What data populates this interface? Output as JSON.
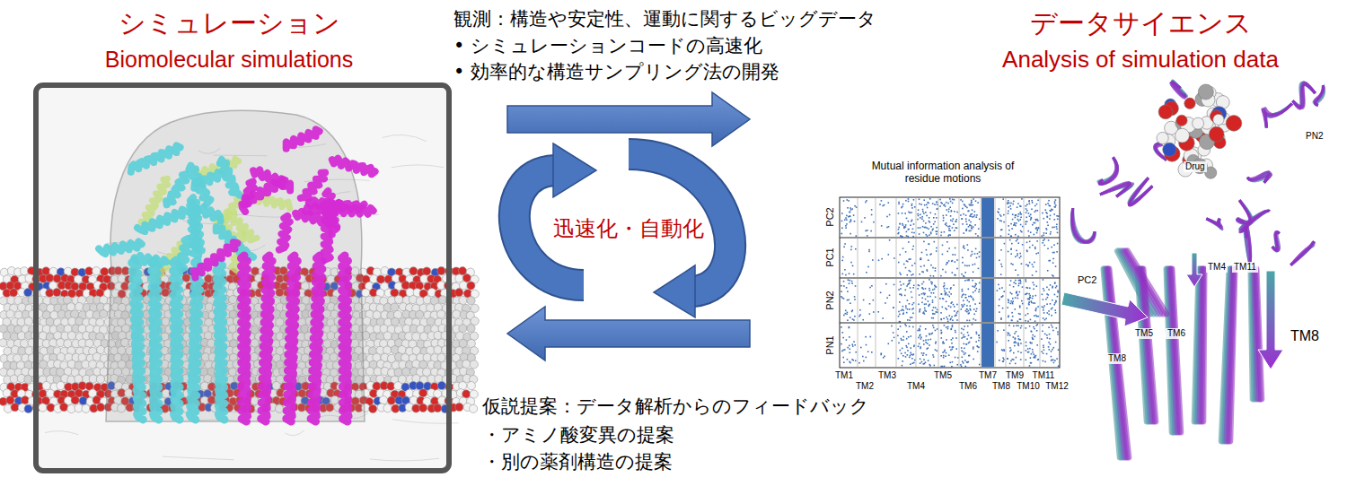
{
  "diagram": {
    "nodes": [
      {
        "text": [
          "シミュレーション",
          "Biomolecular simulations"
        ]
      },
      {
        "text": [
          "データサイエンス",
          "Analysis of simulation data"
        ]
      }
    ],
    "edges": [
      {
        "from": 0,
        "to": 1,
        "arrow": "to",
        "label": "観測：構造や安定性、運動に関するビッグデータ"
      },
      {
        "from": 1,
        "to": 0,
        "arrow": "to",
        "label": "仮説提案：データ解析からのフィードバック"
      }
    ],
    "labels": [
      "• シミュレーションコードの高速化",
      "• 効率的な構造サンプリング法の開発",
      "迅速化・自動化",
      "・アミノ酸変異の提案",
      "・別の薬剤構造の提案",
      "Mutual information analysis of residue motions",
      "PC2",
      "PC1",
      "PN2",
      "PN1",
      "TM1",
      "TM2",
      "TM3",
      "TM4",
      "TM5",
      "TM6",
      "TM7",
      "TM8",
      "TM9",
      "TM10",
      "TM11",
      "TM12",
      "Drug",
      "PN2",
      "PC2",
      "TM4",
      "TM11",
      "TM8",
      "TM5",
      "TM6",
      "TM8"
    ]
  }
}
